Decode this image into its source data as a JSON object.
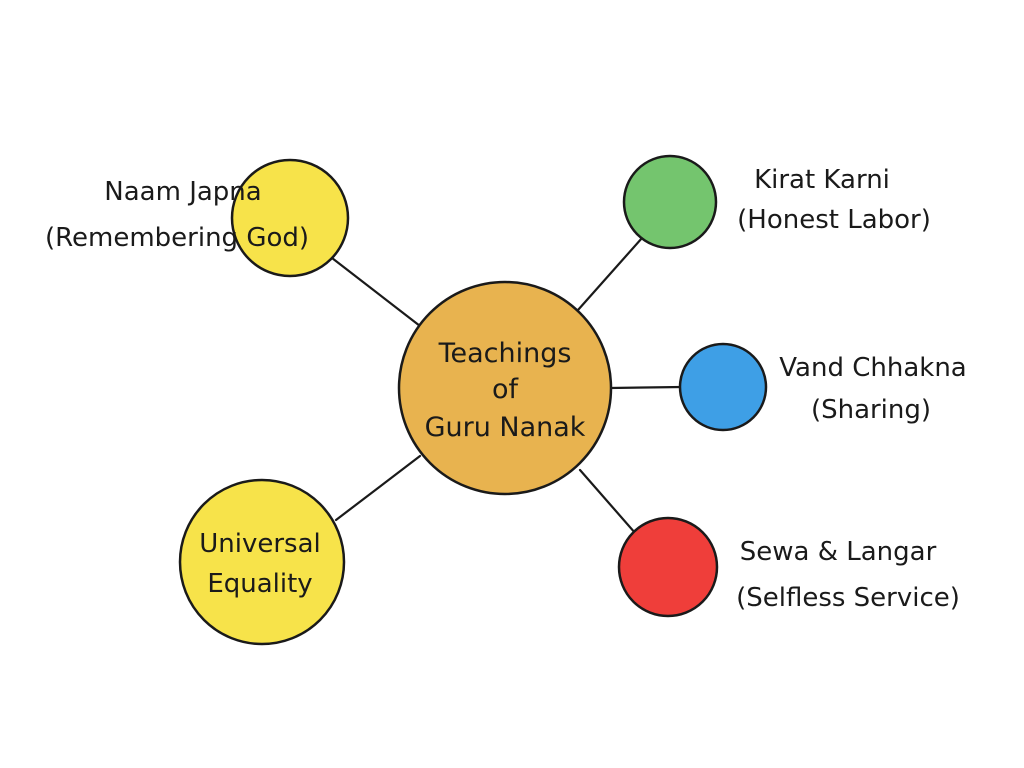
{
  "center": {
    "lines": [
      "Teachings",
      "of",
      "Guru Nanak"
    ],
    "color": "#E8B34F"
  },
  "nodes": [
    {
      "id": "naam-japna",
      "lines": [
        "Naam Japna",
        "(Remembering God)"
      ],
      "color": "#F7E34A"
    },
    {
      "id": "kirat-karni",
      "lines": [
        "Kirat Karni",
        "(Honest Labor)"
      ],
      "color": "#74C56E"
    },
    {
      "id": "vand-chhakna",
      "lines": [
        "Vand Chhakna",
        "(Sharing)"
      ],
      "color": "#3E9FE6"
    },
    {
      "id": "sewa-langar",
      "lines": [
        "Sewa & Langar",
        "(Selfless Service)"
      ],
      "color": "#EF3E3A"
    },
    {
      "id": "universal-equality",
      "lines": [
        "Universal",
        "Equality"
      ],
      "color": "#F7E34A"
    }
  ],
  "outline_color": "#1a1a1a"
}
